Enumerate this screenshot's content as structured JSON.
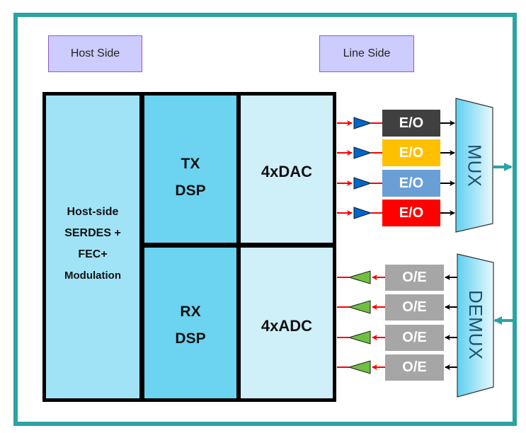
{
  "labels": {
    "host_side": "Host Side",
    "line_side": "Line Side"
  },
  "blocks": {
    "host": {
      "line1": "Host-side",
      "line2": "SERDES +",
      "line3": "FEC+",
      "line4": "Modulation"
    },
    "tx_dsp": {
      "line1": "TX",
      "line2": "DSP"
    },
    "rx_dsp": {
      "line1": "RX",
      "line2": "DSP"
    },
    "dac": "4xDAC",
    "adc": "4xADC"
  },
  "transmit_lanes": [
    {
      "label": "E/O",
      "color": "#404040"
    },
    {
      "label": "E/O",
      "color": "#ffc000"
    },
    {
      "label": "E/O",
      "color": "#6a9fd6"
    },
    {
      "label": "E/O",
      "color": "#ff0000"
    }
  ],
  "receive_lanes": [
    {
      "label": "O/E",
      "color": "#a6a6a6"
    },
    {
      "label": "O/E",
      "color": "#a6a6a6"
    },
    {
      "label": "O/E",
      "color": "#a6a6a6"
    },
    {
      "label": "O/E",
      "color": "#a6a6a6"
    }
  ],
  "mux": "MUX",
  "demux": "DEMUX",
  "colors": {
    "frame": "#2aa3a3",
    "signal_arrow": "#ff0000",
    "tx_amp": "#0066cc",
    "rx_amp": "#70c040",
    "optical_arrow": "#2aa3a3"
  }
}
